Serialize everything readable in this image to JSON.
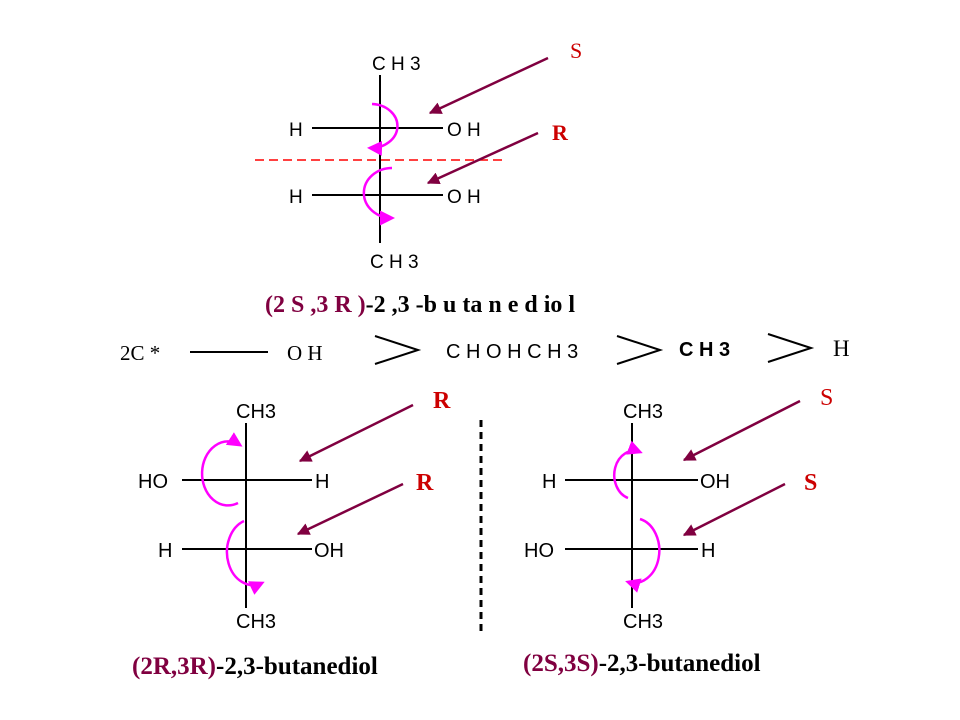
{
  "colors": {
    "bond": "#000000",
    "rotation_arrow": "#ff00ff",
    "pointer_arrow": "#800040",
    "label_red": "#cc0000",
    "divider": "#ff0000",
    "name_purple": "#800040"
  },
  "top_molecule": {
    "top_group": "C H 3",
    "row1_left": "H",
    "row1_right": "O H",
    "row2_left": "H",
    "row2_right": "O H",
    "bottom_group": "C H 3",
    "label_upper": "S",
    "label_lower": "R",
    "name_config": "(2 S ,3 R )",
    "name_rest": "-2 ,3 -b u ta n e d io l"
  },
  "priority_rule": {
    "item1": "2C *",
    "item2": "O H",
    "item3": "C H O H C H 3",
    "item4": "C H 3",
    "item5": "H"
  },
  "left_molecule": {
    "top_group": "CH3",
    "row1_left": "HO",
    "row1_right": "H",
    "row2_left": "H",
    "row2_right": "OH",
    "bottom_group": "CH3",
    "label_upper": "R",
    "label_lower": "R",
    "name_config": "(2R,3R)",
    "name_rest": "-2,3-butanediol"
  },
  "right_molecule": {
    "top_group": "CH3",
    "row1_left": "H",
    "row1_right": "OH",
    "row2_left": "HO",
    "row2_right": "H",
    "bottom_group": "CH3",
    "label_upper": "S",
    "label_lower": "S",
    "name_config": "(2S,3S)",
    "name_rest": "-2,3-butanediol"
  }
}
